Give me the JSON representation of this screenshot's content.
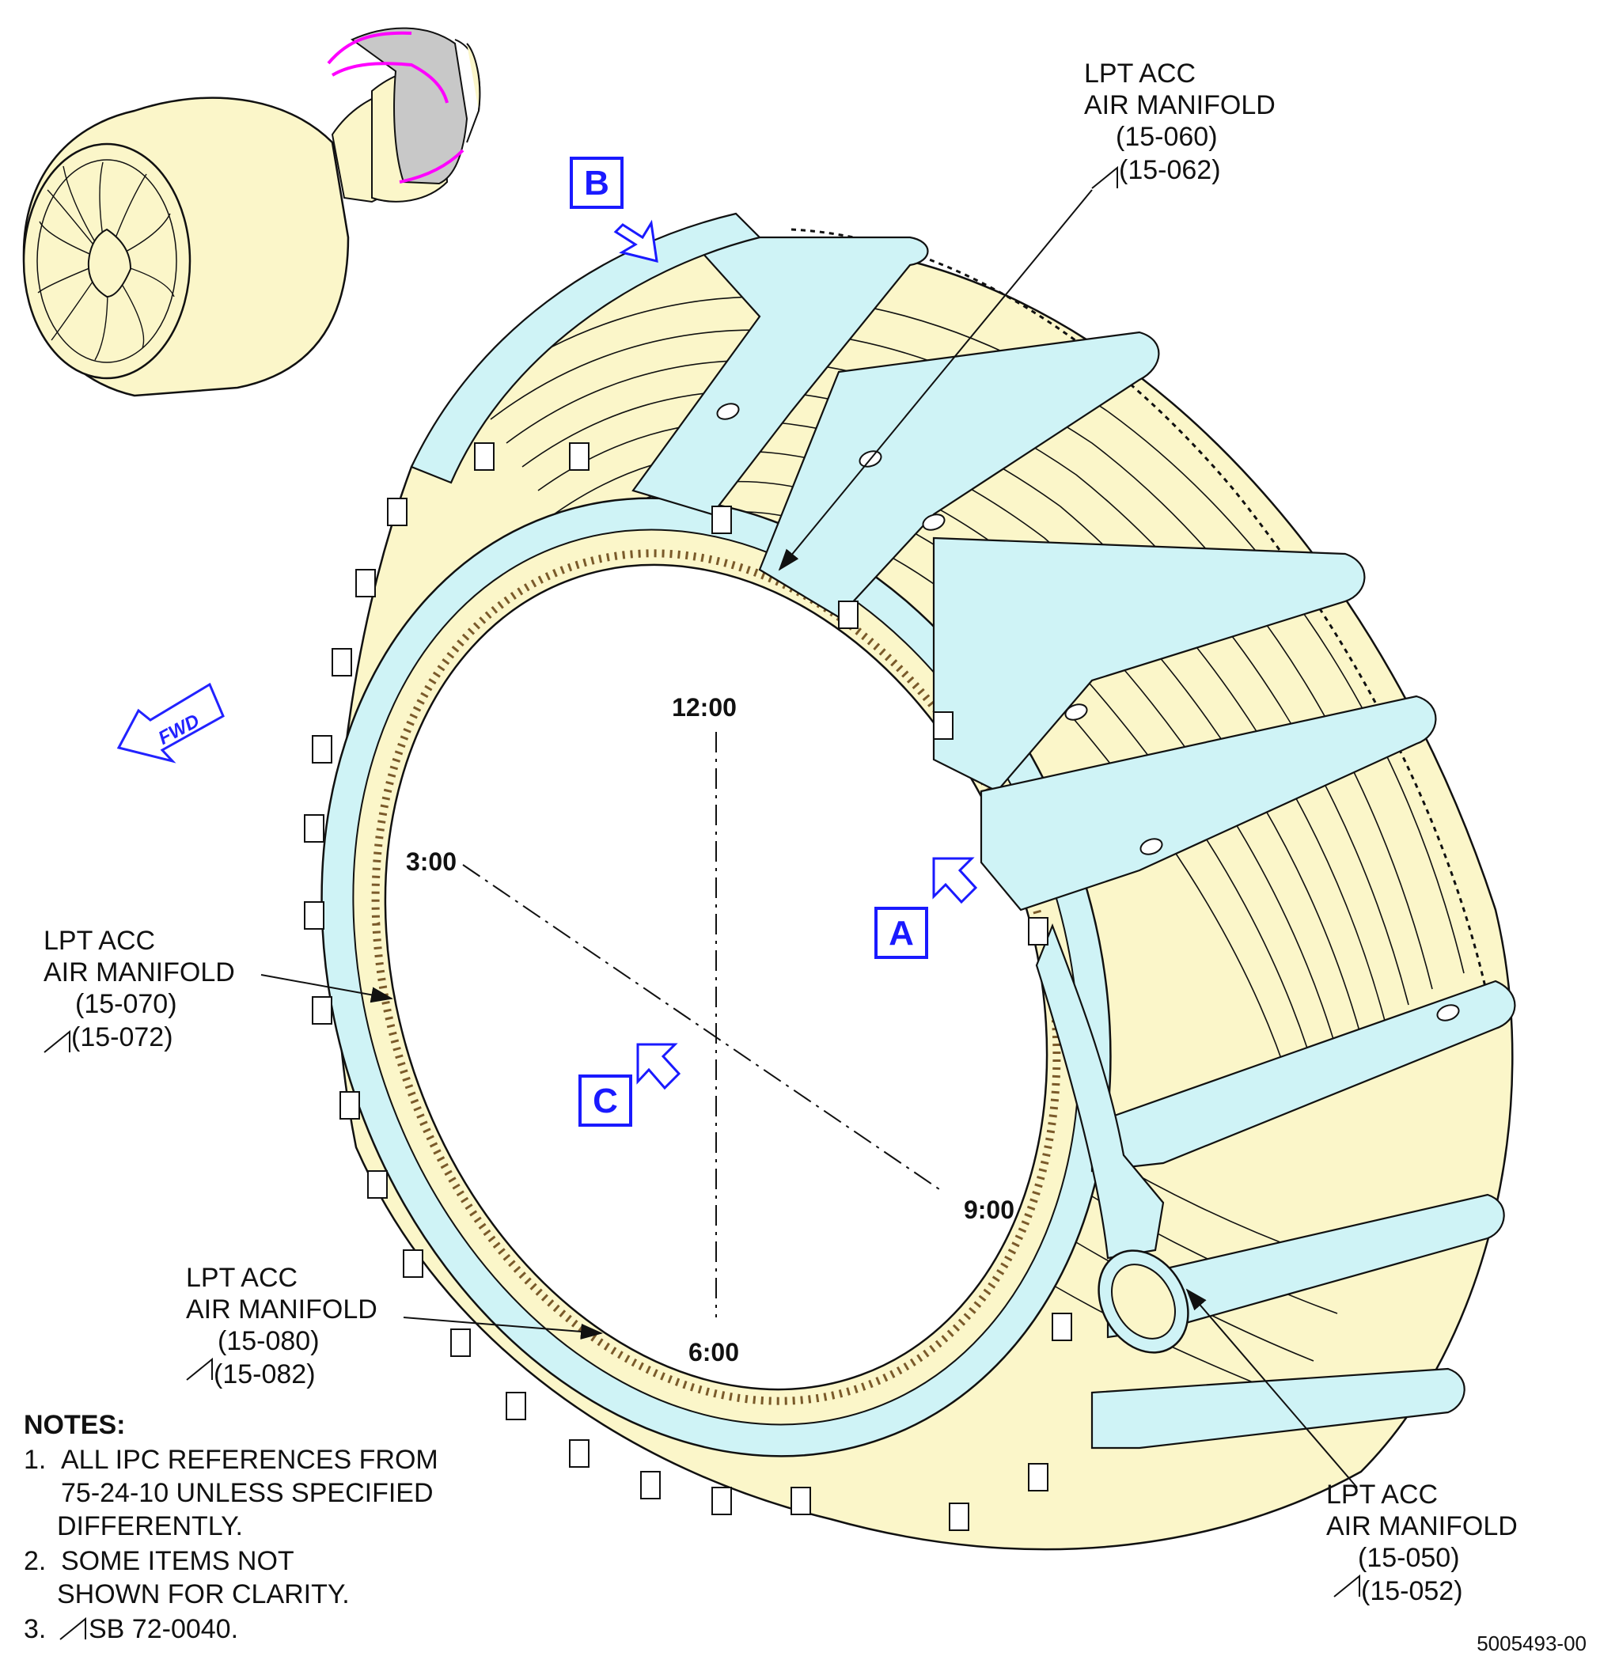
{
  "callouts": {
    "top_right": {
      "line1": "LPT ACC",
      "line2": "AIR MANIFOLD",
      "ref": "(15-060)",
      "sb_ref": "(15-062)"
    },
    "left": {
      "line1": "LPT ACC",
      "line2": "AIR MANIFOLD",
      "ref": "(15-070)",
      "sb_ref": "(15-072)"
    },
    "bottom_left": {
      "line1": "LPT ACC",
      "line2": "AIR MANIFOLD",
      "ref": "(15-080)",
      "sb_ref": "(15-082)"
    },
    "bottom_right": {
      "line1": "LPT ACC",
      "line2": "AIR MANIFOLD",
      "ref": "(15-050)",
      "sb_ref": "(15-052)"
    }
  },
  "clock_positions": {
    "twelve": "12:00",
    "three": "3:00",
    "six": "6:00",
    "nine": "9:00"
  },
  "view_labels": {
    "a": "A",
    "b": "B",
    "c": "C"
  },
  "fwd_label": "FWD",
  "notes": {
    "title": "NOTES:",
    "items": [
      {
        "num": "1.",
        "lines": [
          "ALL IPC REFERENCES FROM",
          "75-24-10 UNLESS SPECIFIED",
          "DIFFERENTLY."
        ]
      },
      {
        "num": "2.",
        "lines": [
          "SOME ITEMS NOT",
          "SHOWN FOR CLARITY."
        ]
      },
      {
        "num": "3.",
        "text": "SB 72-0040."
      }
    ]
  },
  "figure_number": "5005493-00",
  "colors": {
    "manifold": "#cff3f6",
    "case": "#fbf6c9",
    "highlight": "#ff00ff",
    "view_marker": "#1a1aff",
    "line": "#111111"
  }
}
